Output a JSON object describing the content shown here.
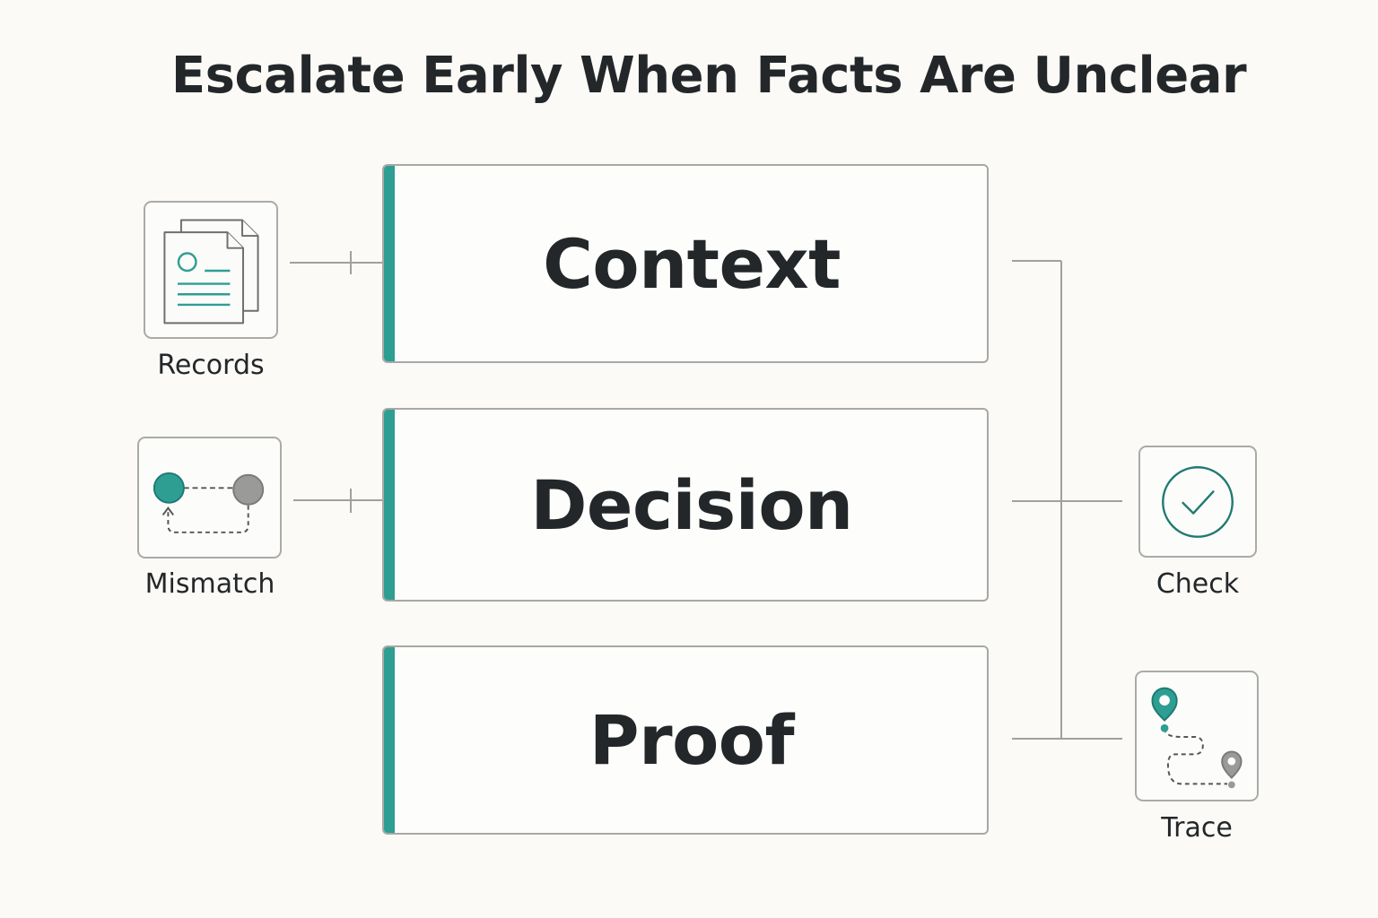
{
  "title": "Escalate Early When Facts Are Unclear",
  "stages": [
    {
      "label": "Context"
    },
    {
      "label": "Decision"
    },
    {
      "label": "Proof"
    }
  ],
  "inputs": [
    {
      "label": "Records",
      "icon": "documents-icon"
    },
    {
      "label": "Mismatch",
      "icon": "mismatch-icon"
    }
  ],
  "outputs": [
    {
      "label": "Check",
      "icon": "check-circle-icon"
    },
    {
      "label": "Trace",
      "icon": "route-trace-icon"
    }
  ],
  "colors": {
    "accent": "#2e9e92",
    "accent_dark": "#1f7a72",
    "line": "#a0a09e",
    "neutral_icon": "#9a9a98",
    "background": "#fbfaf6"
  }
}
